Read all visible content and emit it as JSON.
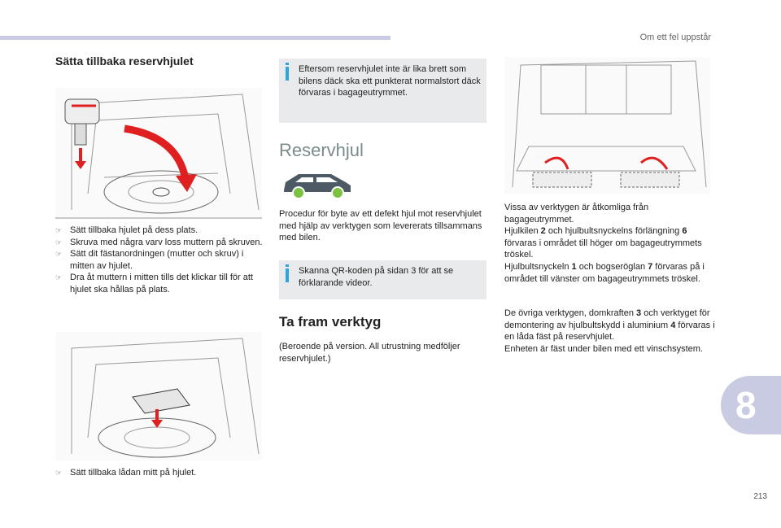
{
  "header": {
    "section_title": "Om ett fel uppstår",
    "chapter_number": "8",
    "page_number": "213"
  },
  "col1": {
    "title": "Sätta tillbaka reservhjulet",
    "bullets1": [
      "Sätt tillbaka hjulet på dess plats.",
      "Skruva med några varv loss muttern på skruven.",
      "Sätt dit fästanordningen (mutter och skruv) i mitten av hjulet.",
      "Dra åt muttern i mitten tills det klickar till för att hjulet ska hållas på plats."
    ],
    "bullets2": [
      "Sätt tillbaka lådan mitt på hjulet."
    ],
    "bullet_icon": "pointing-hand-icon"
  },
  "col2": {
    "info1": "Eftersom reservhjulet inte är lika brett som bilens däck ska ett punkterat normalstort däck förvaras i bagageutrymmet.",
    "heading": "Reservhjul",
    "intro": "Procedur för byte av ett defekt hjul mot reservhjulet med hjälp av verktygen som levererats tillsammans med bilen.",
    "info2": "Skanna QR-koden på sidan 3 för att se förklarande videor.",
    "subheading": "Ta fram verktyg",
    "note": "(Beroende på version. All utrustning medföljer reservhjulet.)"
  },
  "col3": {
    "p1": [
      {
        "t": "Vissa av verktygen är åtkomliga från bagageutrymmet."
      },
      {
        "t": "Hjulkilen "
      },
      {
        "t": "2",
        "b": true
      },
      {
        "t": " och hjulbultsnyckelns förlängning "
      },
      {
        "t": "6",
        "b": true
      },
      {
        "t": " förvaras i området till höger om bagageutrymmets tröskel."
      },
      {
        "t": "Hjulbultsnyckeln "
      },
      {
        "t": "1",
        "b": true
      },
      {
        "t": " och bogseröglan "
      },
      {
        "t": "7",
        "b": true
      },
      {
        "t": " förvaras på i området till vänster om bagageutrymmets tröskel."
      }
    ],
    "p2": [
      {
        "t": "De övriga verktygen, domkraften "
      },
      {
        "t": "3",
        "b": true
      },
      {
        "t": " och verktyget för demontering av hjulbultskydd i aluminium "
      },
      {
        "t": "4",
        "b": true
      },
      {
        "t": " förvaras i en låda fäst på reservhjulet."
      },
      {
        "t": "Enheten är fäst under bilen med ett vinschsystem."
      }
    ]
  },
  "colors": {
    "accent": "#c9cbe3",
    "info_bg": "#e8eaeb",
    "info_icon": "#2aa7dd",
    "arrow": "#e02020",
    "car_wheel": "#7cc242"
  }
}
